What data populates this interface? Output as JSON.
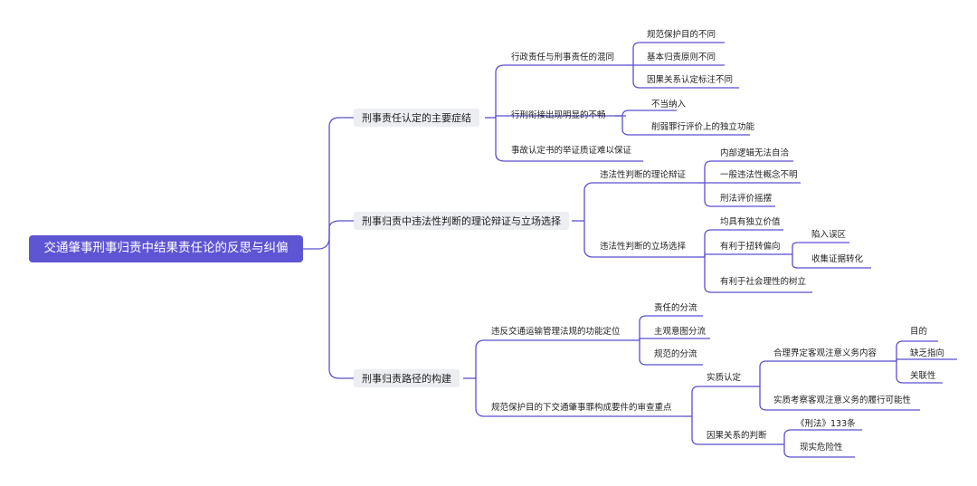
{
  "root": "交通肇事刑事归责中结果责任论的反思与纠偏",
  "branches": [
    {
      "label": "刑事责任认定的主要症结",
      "children": [
        {
          "label": "行政责任与刑事责任的混同",
          "children": [
            "规范保护目的不同",
            "基本归责原则不同",
            "因果关系认定标注不同"
          ]
        },
        {
          "label": "行刑衔接出现明显的不畅",
          "children": [
            "不当纳入",
            "削弱罪行评价上的独立功能"
          ]
        },
        {
          "label": "事故认定书的举证质证难以保证"
        }
      ]
    },
    {
      "label": "刑事归责中违法性判断的理论辩证与立场选择",
      "children": [
        {
          "label": "违法性判断的理论辩证",
          "children": [
            "内部逻辑无法自洽",
            "一般违法性概念不明",
            "刑法评价摇摆"
          ]
        },
        {
          "label": "违法性判断的立场选择",
          "children": [
            "均具有独立价值",
            "有利于扭转偏向",
            "陷入误区",
            "收集证据转化",
            "有利于社会理性的树立"
          ]
        }
      ]
    },
    {
      "label": "刑事归责路径的构建",
      "children": [
        {
          "label": "违反交通运输管理法规的功能定位",
          "children": [
            "责任的分流",
            "主观意图分流",
            "规范的分流"
          ]
        },
        {
          "label": "规范保护目的下交通肇事罪构成要件的审查重点",
          "children": [
            "实质认定",
            "合理界定客观注意义务内容",
            "目的",
            "缺乏指向",
            "关联性",
            "实质考察客观注意义务的履行可能性",
            "因果关系的判断",
            "《刑法》133条",
            "现实危险性"
          ]
        }
      ]
    }
  ]
}
